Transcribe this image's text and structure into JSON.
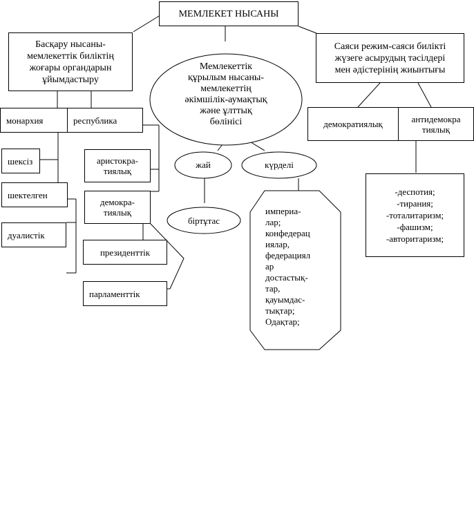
{
  "title": "МЕМЛЕКЕТ НЫСАНЫ",
  "governance": {
    "label": "Басқару нысаны-\nмемлекеттік биліктің\nжоғары органдарын\nұйымдастыру",
    "monarchy": "монархия",
    "republic": "республика",
    "unlimited": "шексіз",
    "limited": "шектелген",
    "dualistic": "дуалистік",
    "aristocracy": "аристокра-\nтиялық",
    "democracy": "демокра-\nтиялық",
    "presidential": "президенттік",
    "parliamentary": "парламенттік"
  },
  "structure": {
    "label": "Мемлекеттік\nқұрылым нысаны-\nмемлекеттің\nәкімшілік-аумақтық\nжәне ұлттық\nбөлінісі",
    "simple": "жай",
    "complex": "күрделі",
    "unitary": "біртұтас",
    "complex_list": "империа-\nлар;\nконфедерац\nиялар,\nфедерациял\nар\nдостастық-\nтар,\nқауымдас-\nтықтар;\nОдақтар;"
  },
  "regime": {
    "label": "Саяси режим-саяси билікті\nжүзеге асырудың тәсілдері\nмен әдістерінің жиынтығы",
    "democratic": "демократиялық",
    "antidemocratic": "антидемокра\nтиялық",
    "antidemocratic_list": "-деспотия;\n-тирания;\n-тоталитаризм;\n-фашизм;\n-авторитаризм;"
  }
}
